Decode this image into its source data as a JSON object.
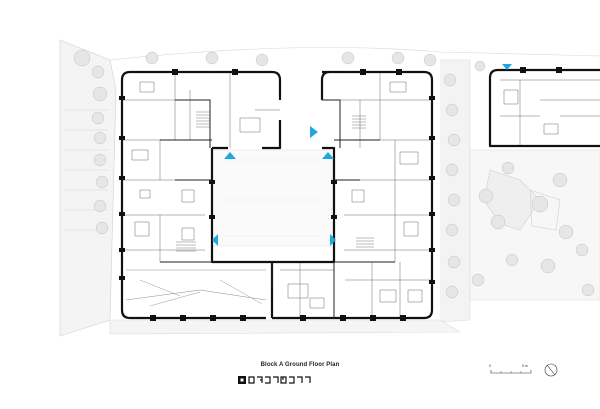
{
  "title": "Block A Ground Floor Plan",
  "scale_bar": {
    "start": "0",
    "end": "5 m"
  },
  "colors": {
    "wall": "#111111",
    "partition": "#555555",
    "landscape": "#dcdcdc",
    "tree": "#c8c8c8",
    "entrance_marker": "#1ea7e1"
  },
  "icons": [
    "north-arrow-icon",
    "block-key-icon",
    "entrance-marker-icon"
  ]
}
